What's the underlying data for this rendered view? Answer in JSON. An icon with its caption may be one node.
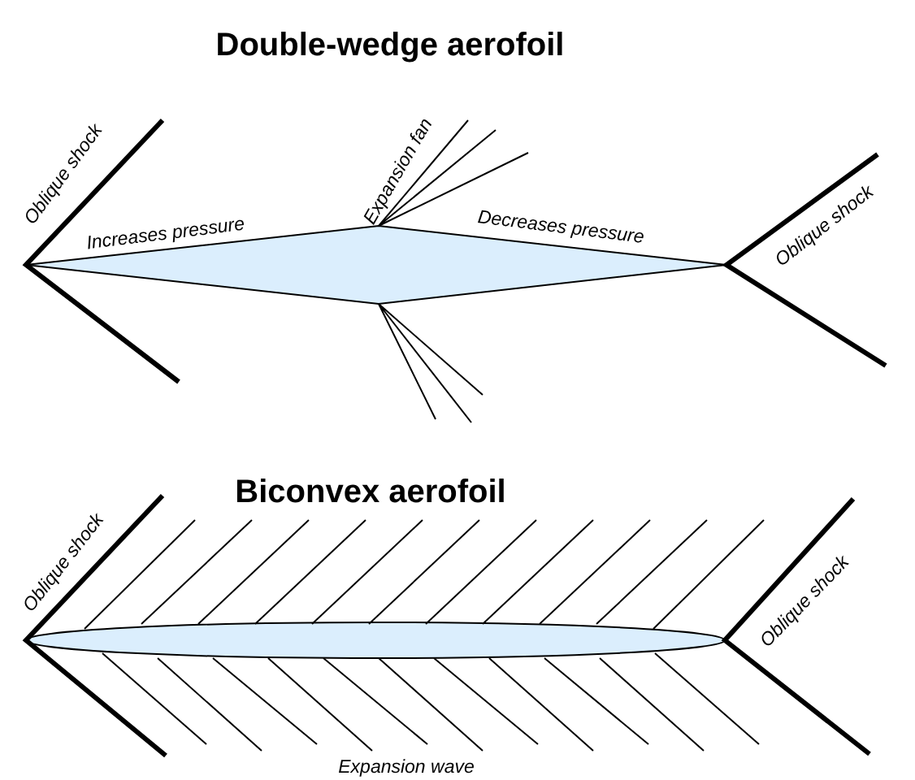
{
  "diagram": {
    "labels": [
      "Double-wedge aerofoil",
      "Oblique shock",
      "Expansion fan",
      "Increases pressure",
      "Decreases pressure",
      "Oblique shock",
      "Biconvex aerofoil",
      "Oblique shock",
      "Oblique shock",
      "Expansion wave"
    ]
  }
}
